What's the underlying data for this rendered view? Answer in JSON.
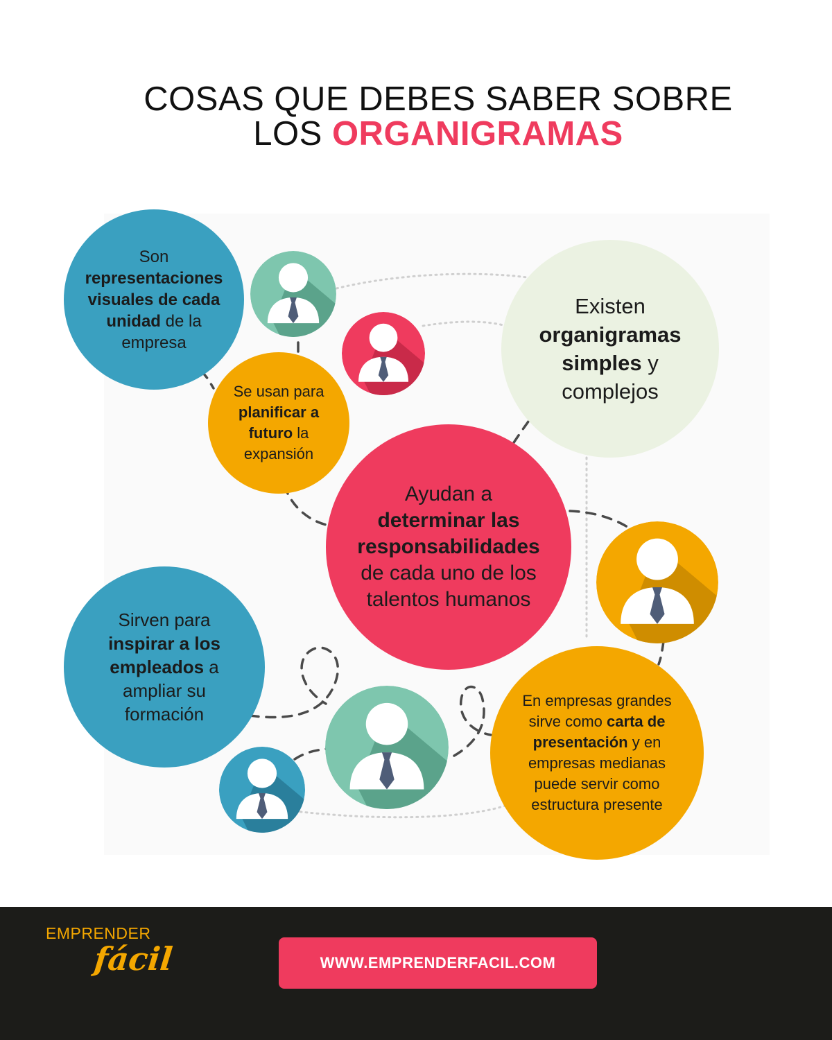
{
  "title": {
    "line1": "COSAS QUE DEBES SABER SOBRE",
    "line2_plain": "LOS ",
    "line2_highlight": "ORGANIGRAMAS"
  },
  "bubbles": {
    "representaciones": {
      "l1": "Son",
      "l2": "representaciones",
      "l3": "visuales de cada",
      "l4_bold": "unidad",
      "l4_rest": " de la",
      "l5": "empresa"
    },
    "planificar": {
      "l1": "Se usan para",
      "l2": "planificar a",
      "l3_bold": "futuro",
      "l3_rest": " la",
      "l4": "expansión"
    },
    "tipos": {
      "l1": "Existen",
      "l2": "organigramas",
      "l3_bold": "simples",
      "l3_rest": " y",
      "l4": "complejos"
    },
    "responsabilidades": {
      "l1": "Ayudan a",
      "l2": "determinar las",
      "l3": "responsabilidades",
      "l4": "de cada uno de los",
      "l5": "talentos humanos"
    },
    "inspirar": {
      "l1": "Sirven para",
      "l2": "inspirar a los",
      "l3_bold": "empleados",
      "l3_rest": " a",
      "l4": "ampliar su",
      "l5": "formación"
    },
    "carta": {
      "l1": "En empresas grandes",
      "l2_plain": "sirve como ",
      "l2_bold": "carta de",
      "l3_bold": "presentación",
      "l3_rest": " y en",
      "l4": "empresas medianas",
      "l5": "puede servir como",
      "l6": "estructura presente"
    }
  },
  "footer": {
    "logo_top": "EMPRENDER",
    "logo_bottom": "fácil",
    "url": "WWW.EMPRENDERFACIL.COM"
  },
  "colors": {
    "pink": "#ef3b5e",
    "blue": "#3aa0c0",
    "orange": "#f4a700",
    "teal": "#7ec6ae",
    "pale_green": "#ebf2e2",
    "footer_bg": "#1c1c19"
  },
  "icons": {
    "avatar": "person-with-tie-icon"
  }
}
